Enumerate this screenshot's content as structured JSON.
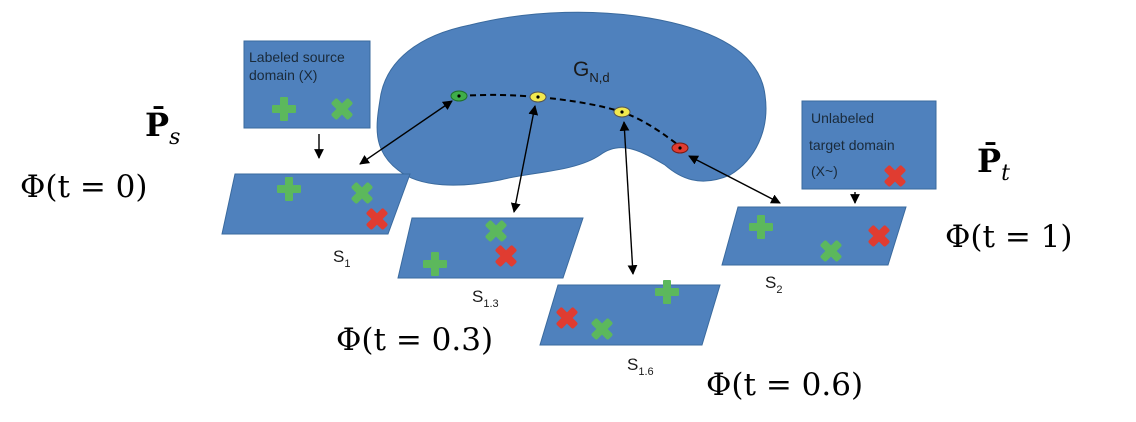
{
  "manifold": {
    "label": "G",
    "label_sub": "N,d",
    "color": "#4f81bd"
  },
  "source_box": {
    "line1": "Labeled source",
    "line2": "domain (X)"
  },
  "target_box": {
    "line1": "Unlabeled",
    "line2": "target domain",
    "line3": "(X~)"
  },
  "math_labels": {
    "P_s_main": "P̄",
    "P_s_sub": "s",
    "P_t_main": "P̄",
    "P_t_sub": "t",
    "phi_0": "Φ(t = 0)",
    "phi_03": "Φ(t = 0.3)",
    "phi_06": "Φ(t = 0.6)",
    "phi_1": "Φ(t = 1)"
  },
  "subspaces": {
    "s1": {
      "main": "S",
      "sub": "1"
    },
    "s13": {
      "main": "S",
      "sub": "1.3"
    },
    "s16": {
      "main": "S",
      "sub": "1.6"
    },
    "s2": {
      "main": "S",
      "sub": "2"
    }
  },
  "colors": {
    "panel": "#4f81bd",
    "panel_edge": "#3a6a9e",
    "green": "#5cb85c",
    "red": "#e03c31",
    "yellow": "#f2e94e",
    "dot_green": "#3fae49"
  }
}
